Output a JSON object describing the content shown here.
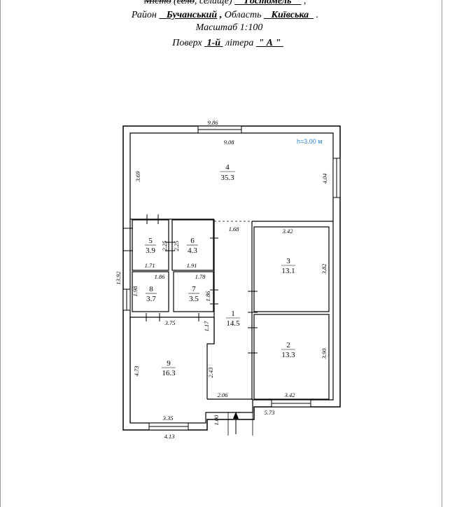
{
  "header": {
    "line1": {
      "city_label": "Місто",
      "open_paren": " (",
      "village_label": "село",
      "settlement_label": ", селище)",
      "city_value": "Гостомель",
      "comma": " ,"
    },
    "line2": {
      "district_label": "Район",
      "district_value": "Бучанський",
      "comma": " ,",
      "region_label": "Область",
      "region_value": "Київська",
      "dot": " ."
    },
    "scale": "Масштаб  1:100",
    "line4": {
      "floor_label": "Поверх",
      "floor_value": "1-й",
      "litera_label": "літера",
      "litera_value": "\" А \""
    }
  },
  "plan": {
    "height_note": "h=3.00 м",
    "rooms": [
      {
        "number": "1",
        "area": "14.5"
      },
      {
        "number": "2",
        "area": "13.3"
      },
      {
        "number": "3",
        "area": "13.1"
      },
      {
        "number": "4",
        "area": "35.3"
      },
      {
        "number": "5",
        "area": "3.9"
      },
      {
        "number": "6",
        "area": "4.3"
      },
      {
        "number": "7",
        "area": "3.5"
      },
      {
        "number": "8",
        "area": "3.7"
      },
      {
        "number": "9",
        "area": "16.3"
      }
    ],
    "dimensions": {
      "top_outer": "9.86",
      "r4_width": "9.08",
      "r4_left": "3.69",
      "r4_right": "4.04",
      "corridor_top": "1.68",
      "r3_top": "3.42",
      "r3_right": "3.82",
      "r5_height": "2.25",
      "r6_height": "2.25",
      "r5_width": "1.71",
      "r6_width": "1.91",
      "left_outer": "13.92",
      "r8_width": "1.86",
      "r7_width": "1.78",
      "r8_height": "1.98",
      "r7_height": "1.86",
      "corridor_side": "1.17",
      "r9_top": "3.75",
      "r9_left": "4.73",
      "r2_right": "3.90",
      "corridor_low": "2.43",
      "corridor_bottom": "2.06",
      "r2_bottom": "3.42",
      "entrance_right": "5.73",
      "r9_bottom": "3.35",
      "entrance_left": "1.00",
      "bottom_outer": "4.13"
    }
  }
}
